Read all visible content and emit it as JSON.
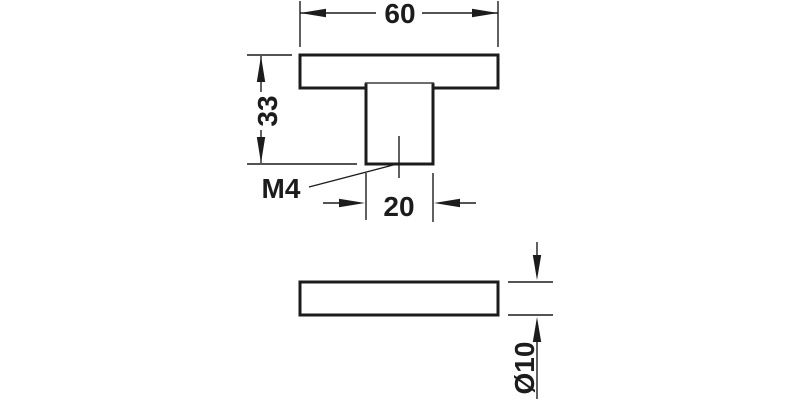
{
  "drawing": {
    "background_color": "#ffffff",
    "line_color": "#1c1c1c",
    "dimensions": {
      "bar_length": "60",
      "overall_height": "33",
      "thread": "M4",
      "stem_width": "20",
      "bar_diameter": "Ø10"
    }
  }
}
